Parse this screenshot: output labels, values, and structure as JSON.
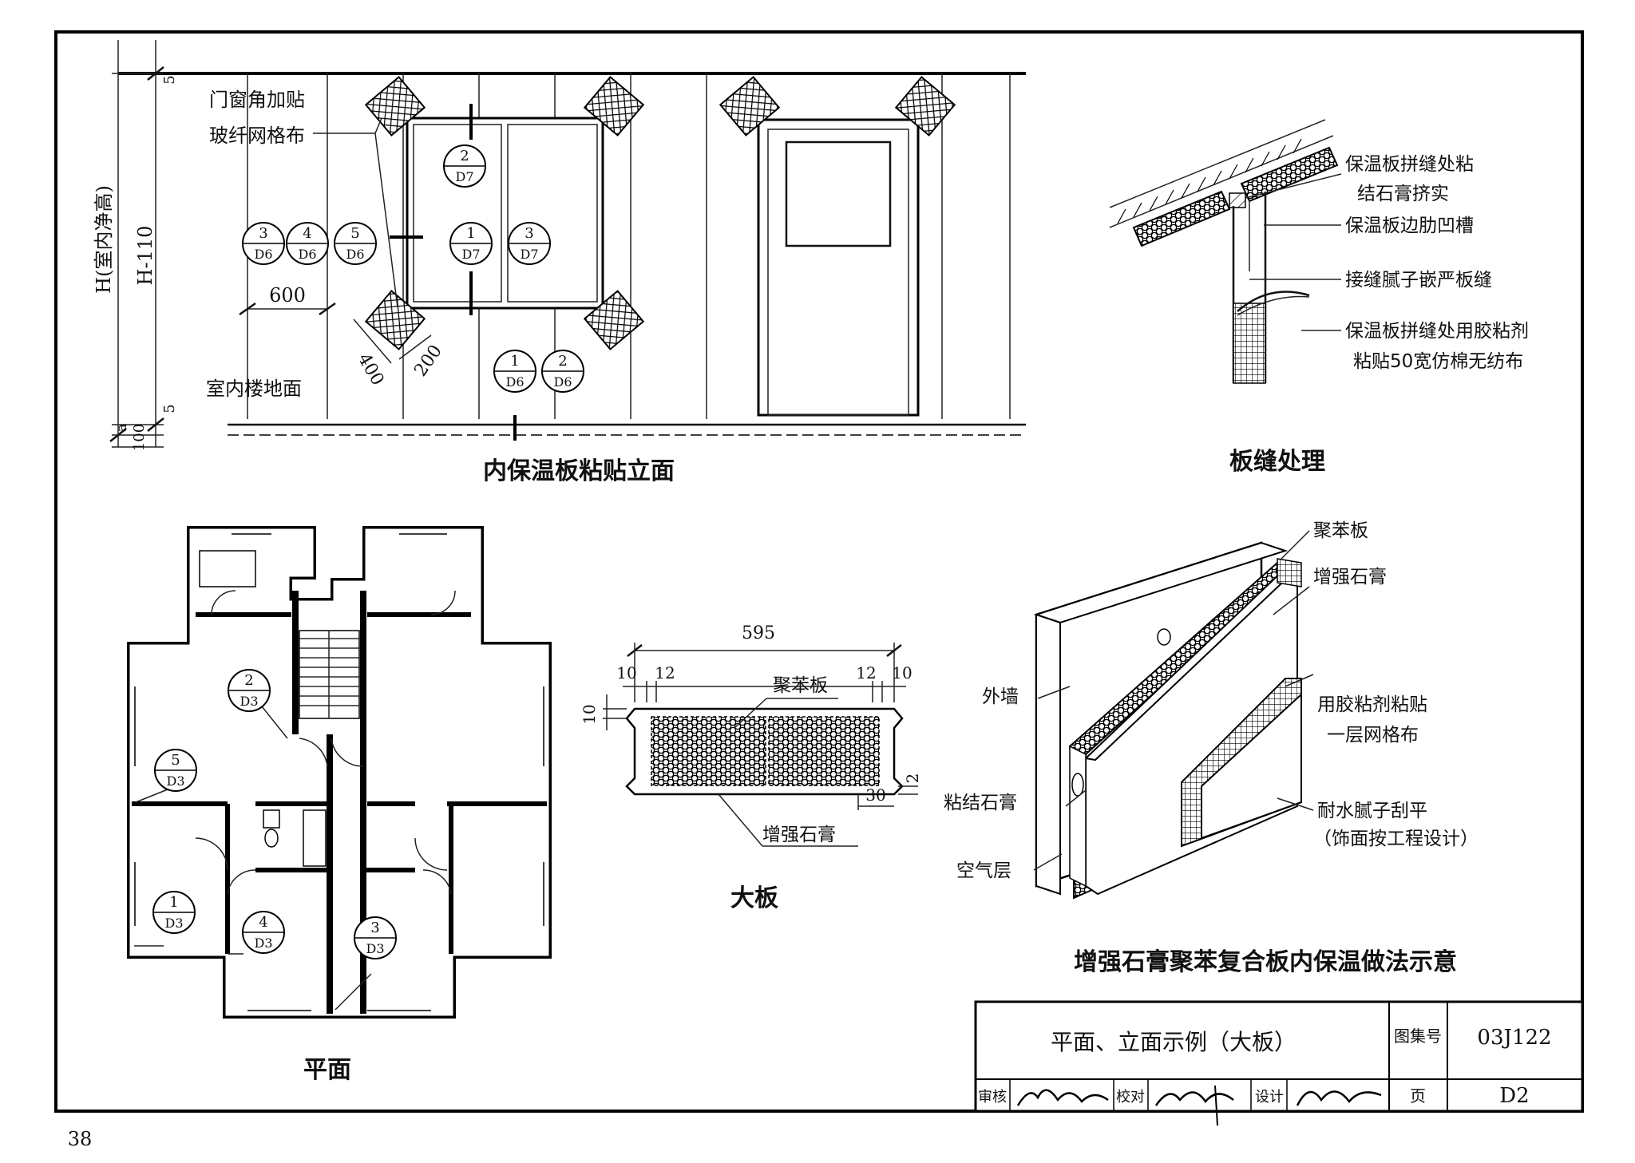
{
  "page_number": "38",
  "elevation": {
    "title": "内保温板粘贴立面",
    "label_corner_mesh_1": "门窗角加贴",
    "label_corner_mesh_2": "玻纤网格布",
    "label_floor": "室内楼地面",
    "dim_height": "H(室内净高)",
    "dim_h110": "H-110",
    "dim_5_top": "5",
    "dim_5_bottom": "5",
    "dim_100": "100",
    "dim_a": "a",
    "dim_600": "600",
    "dim_400": "400",
    "dim_200": "200",
    "markers": [
      {
        "num": "3",
        "ref": "D6"
      },
      {
        "num": "4",
        "ref": "D6"
      },
      {
        "num": "5",
        "ref": "D6"
      },
      {
        "num": "2",
        "ref": "D7"
      },
      {
        "num": "1",
        "ref": "D7"
      },
      {
        "num": "3",
        "ref": "D7"
      },
      {
        "num": "1",
        "ref": "D6"
      },
      {
        "num": "2",
        "ref": "D6"
      }
    ]
  },
  "seam": {
    "title": "板缝处理",
    "labels": [
      "保温板拼缝处粘",
      "结石膏挤实",
      "保温板边肋凹槽",
      "接缝腻子嵌严板缝",
      "保温板拼缝处用胶粘剂",
      "粘贴50宽仿棉无纺布"
    ]
  },
  "plan": {
    "title": "平面",
    "markers": [
      {
        "num": "2",
        "ref": "D3"
      },
      {
        "num": "5",
        "ref": "D3"
      },
      {
        "num": "1",
        "ref": "D3"
      },
      {
        "num": "4",
        "ref": "D3"
      },
      {
        "num": "3",
        "ref": "D3"
      }
    ]
  },
  "panel": {
    "title": "大板",
    "dim_595": "595",
    "dim_10_left": "10",
    "dim_12_left": "12",
    "dim_12_right": "12",
    "dim_10_right": "10",
    "dim_10_side": "10",
    "dim_2": "2",
    "dim_30": "30",
    "label_eps": "聚苯板",
    "label_gypsum": "增强石膏"
  },
  "axon": {
    "title": "增强石膏聚苯复合板内保温做法示意",
    "label_eps": "聚苯板",
    "label_gypsum": "增强石膏",
    "label_wall": "外墙",
    "label_mesh_1": "用胶粘剂粘贴",
    "label_mesh_2": "一层网格布",
    "label_bond": "粘结石膏",
    "label_putty_1": "耐水腻子刮平",
    "label_putty_2": "（饰面按工程设计）",
    "label_air": "空气层"
  },
  "title_block": {
    "drawing_title": "平面、立面示例（大板）",
    "atlas_label": "图集号",
    "atlas_number": "03J122",
    "review_label": "审核",
    "check_label": "校对",
    "design_label": "设计",
    "page_label": "页",
    "page_value": "D2"
  }
}
